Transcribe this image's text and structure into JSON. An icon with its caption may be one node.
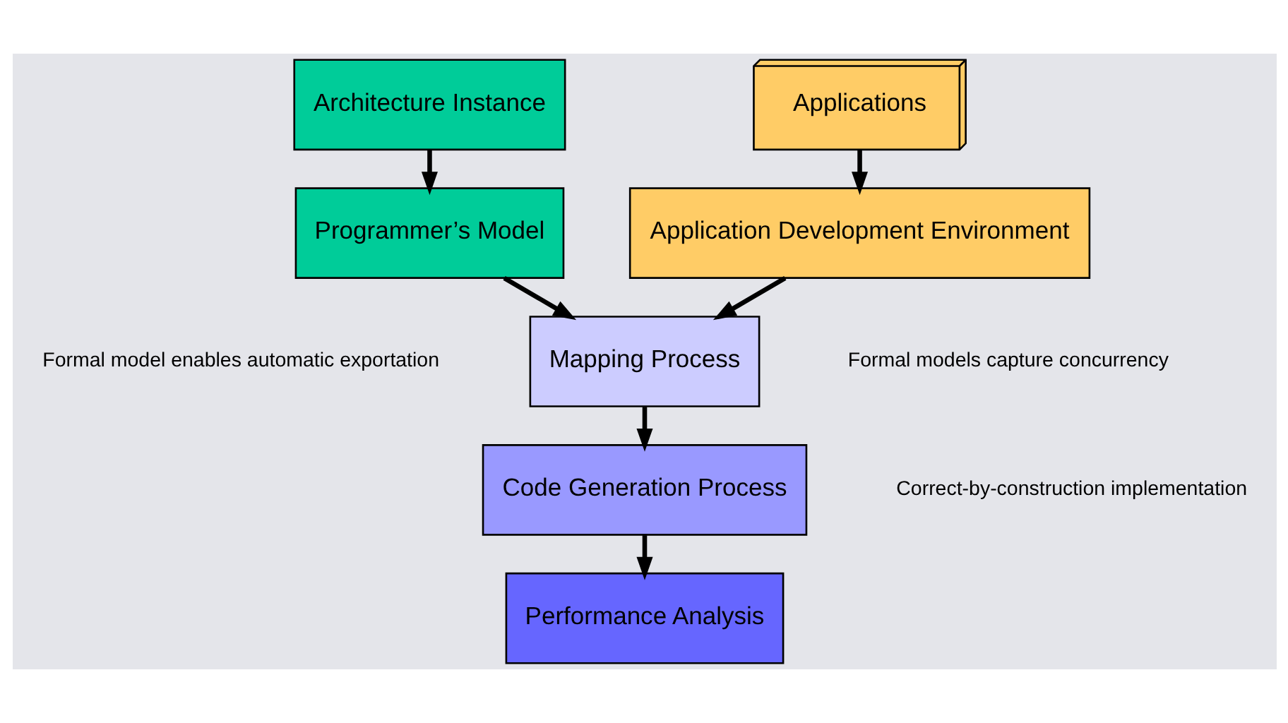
{
  "diagram": {
    "nodes": [
      {
        "text": [
          "Architecture Instance"
        ]
      },
      {
        "text": [
          "Programmer’s Model"
        ]
      },
      {
        "text": [
          "Applications"
        ]
      },
      {
        "text": [
          "Application Development Environment"
        ]
      },
      {
        "text": [
          "Mapping Process"
        ]
      },
      {
        "text": [
          "Code Generation Process"
        ]
      },
      {
        "text": [
          "Performance Analysis"
        ]
      }
    ],
    "edges": [
      {
        "from": 0,
        "to": 1,
        "arrow": "to"
      },
      {
        "from": 2,
        "to": 3,
        "arrow": "to"
      },
      {
        "from": 1,
        "to": 4,
        "arrow": "to"
      },
      {
        "from": 3,
        "to": 4,
        "arrow": "to"
      },
      {
        "from": 4,
        "to": 5,
        "arrow": "to"
      },
      {
        "from": 5,
        "to": 6,
        "arrow": "to"
      }
    ],
    "labels": [
      "Formal model enables automatic exportation",
      "Formal models capture concurrency",
      "Correct-by-construction implementation"
    ]
  }
}
